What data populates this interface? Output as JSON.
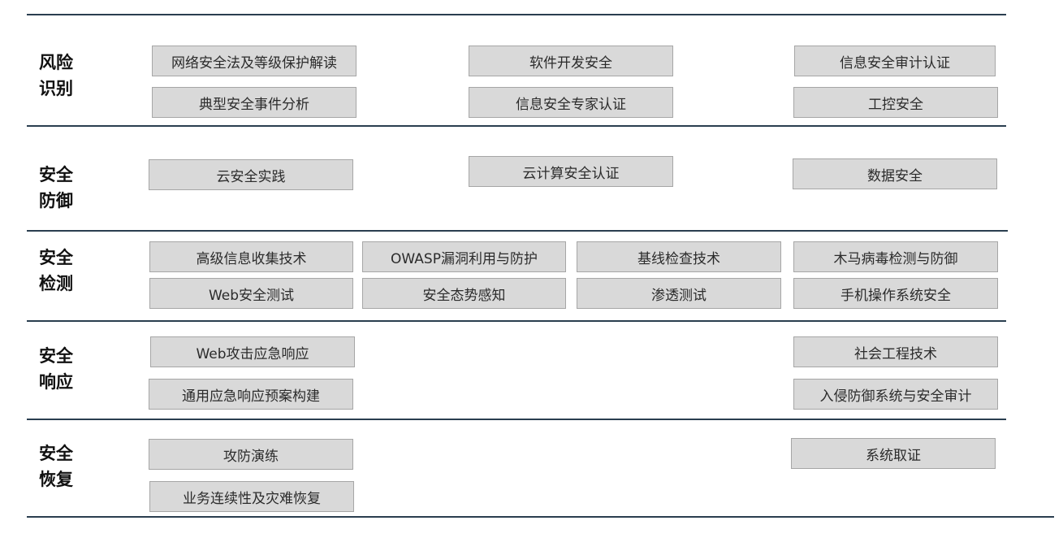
{
  "categories": {
    "risk": [
      "风险",
      "识别"
    ],
    "defense": [
      "安全",
      "防御"
    ],
    "detect": [
      "安全",
      "检测"
    ],
    "respond": [
      "安全",
      "响应"
    ],
    "recover": [
      "安全",
      "恢复"
    ]
  },
  "items": {
    "risk": [
      "网络安全法及等级保护解读",
      "典型安全事件分析",
      "软件开发安全",
      "信息安全专家认证",
      "信息安全审计认证",
      "工控安全"
    ],
    "defense": [
      "云安全实践",
      "云计算安全认证",
      "数据安全"
    ],
    "detect": [
      "高级信息收集技术",
      "Web安全测试",
      "OWASP漏洞利用与防护",
      "安全态势感知",
      "基线检查技术",
      "渗透测试",
      "木马病毒检测与防御",
      "手机操作系统安全"
    ],
    "respond": [
      "Web攻击应急响应",
      "通用应急响应预案构建",
      "社会工程技术",
      "入侵防御系统与安全审计"
    ],
    "recover": [
      "攻防演练",
      "业务连续性及灾难恢复",
      "系统取证"
    ]
  }
}
